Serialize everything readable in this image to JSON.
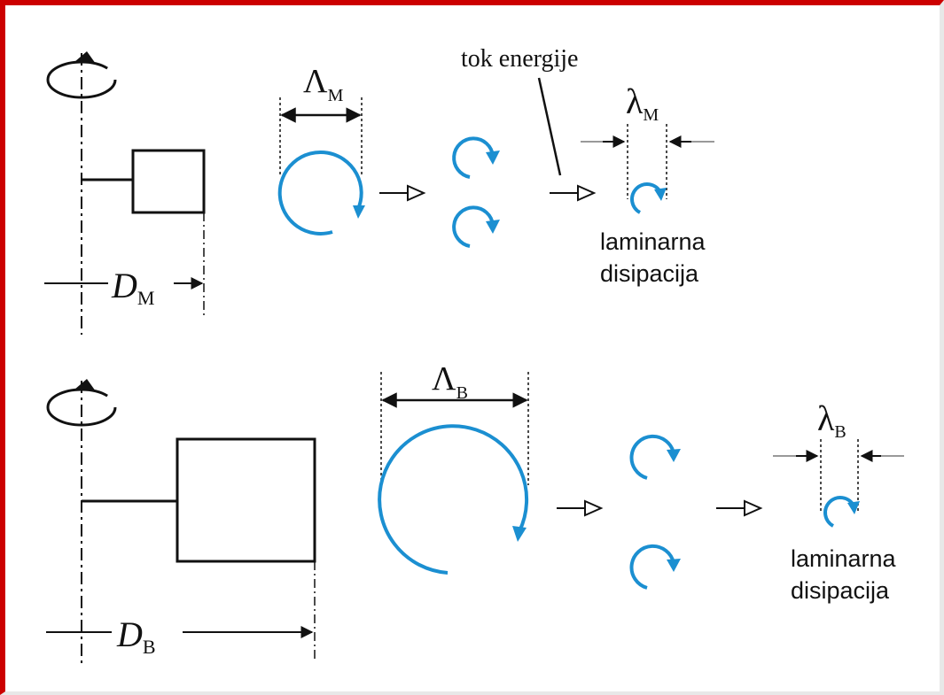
{
  "colors": {
    "eddy": "#1b8fd1",
    "frame": "#cc0000",
    "line": "#111111",
    "guide": "#999999"
  },
  "labels": {
    "energy_flow": "tok energije",
    "top": {
      "large_scale_symbol": "Λ",
      "large_scale_sub": "M",
      "small_scale_symbol": "λ",
      "small_scale_sub": "M",
      "diameter_symbol": "D",
      "diameter_sub": "M",
      "dissipation_line1": "laminarna",
      "dissipation_line2": "disipacija"
    },
    "bottom": {
      "large_scale_symbol": "Λ",
      "large_scale_sub": "B",
      "small_scale_symbol": "λ",
      "small_scale_sub": "B",
      "diameter_symbol": "D",
      "diameter_sub": "B",
      "dissipation_line1": "laminarna",
      "dissipation_line2": "disipacija"
    }
  },
  "icons": {
    "rotation": "rotation-arrow-icon",
    "cascade_arrow": "hollow-arrow-icon"
  }
}
